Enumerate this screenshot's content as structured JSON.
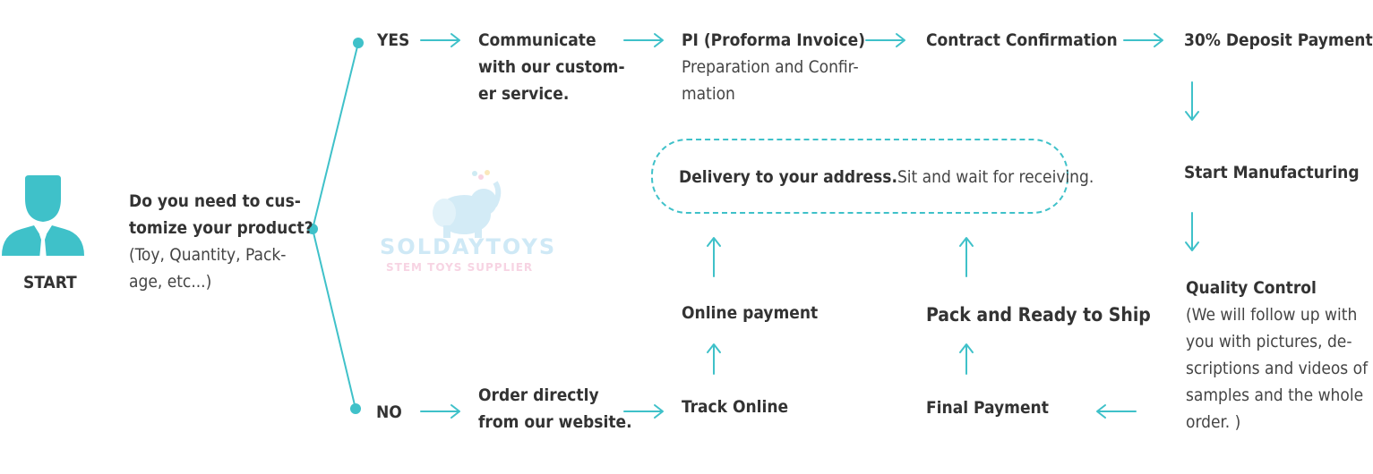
{
  "colors": {
    "accent": "#3fc1c9",
    "text": "#3a3a3a"
  },
  "start": {
    "icon": "person-icon",
    "label": "START"
  },
  "question": {
    "lines": [
      "Do you need to cus-",
      "tomize your product?"
    ],
    "sub_lines": [
      "(Toy, Quantity, Pack-",
      "age, etc...)"
    ]
  },
  "yes_label": "YES",
  "no_label": "NO",
  "yes_path": {
    "communicate": [
      "Communicate",
      "with our custom-",
      "er service."
    ],
    "pi_title": "PI (Proforma Invoice)",
    "pi_sub": [
      "Preparation and Confir-",
      "mation"
    ],
    "contract": "Contract Confirmation",
    "deposit": "30% Deposit Payment",
    "manufacturing": "Start Manufacturing",
    "qc_title": "Quality Control",
    "qc_sub": [
      "(We will follow up with",
      "you with pictures, de-",
      "scriptions and videos of",
      "samples and the whole",
      "order. )"
    ]
  },
  "no_path": {
    "order": [
      "Order directly",
      "from our website."
    ],
    "track": "Track Online",
    "online_payment": "Online payment"
  },
  "final_payment": "Final Payment",
  "pack": "Pack and Ready to Ship",
  "delivery": {
    "bold": "Delivery to your address.",
    "normal": "Sit and wait for receiving."
  },
  "watermark": {
    "brand": "SOLDAYTOYS",
    "tagline": "STEM TOYS SUPPLIER"
  }
}
